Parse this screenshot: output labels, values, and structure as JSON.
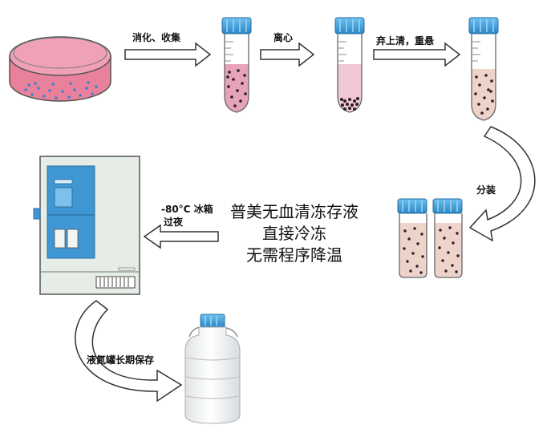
{
  "steps": {
    "digest_collect": "消化、收集",
    "centrifuge": "离心",
    "discard_resuspend": "弃上清，重悬",
    "aliquot": "分装",
    "freeze_minus80": "-80°C 冰箱",
    "overnight": "过夜",
    "liquid_nitrogen": "液氮罐长期保存"
  },
  "center_text": {
    "line1": "普美无血清冻存液",
    "line2": "直接冷冻",
    "line3": "无需程序降温"
  },
  "colors": {
    "cap_blue": "#2e8fd0",
    "cap_blue_light": "#5db4ea",
    "medium_pink": "#e7a3bb",
    "medium_pale_pink": "#f1c9d5",
    "medium_beige": "#eed3cb",
    "dish_pink": "#e9809c",
    "cell_dot": "#2a1f24",
    "cell_blue": "#3a86c8",
    "freezer_body": "#e6ede6",
    "freezer_door": "#3f97d3",
    "arrow_outline": "#333333"
  }
}
